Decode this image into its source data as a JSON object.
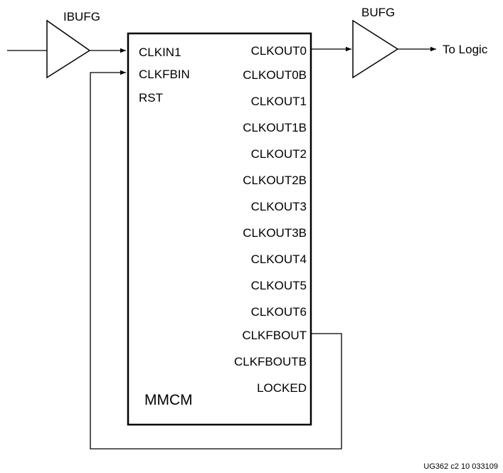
{
  "buffers": {
    "input_label": "IBUFG",
    "output_label": "BUFG"
  },
  "output_destination": "To Logic",
  "block": {
    "name": "MMCM",
    "inputs": [
      "CLKIN1",
      "CLKFBIN",
      "RST"
    ],
    "outputs": [
      "CLKOUT0",
      "CLKOUT0B",
      "CLKOUT1",
      "CLKOUT1B",
      "CLKOUT2",
      "CLKOUT2B",
      "CLKOUT3",
      "CLKOUT3B",
      "CLKOUT4",
      "CLKOUT5",
      "CLKOUT6",
      "CLKFBOUT",
      "CLKFBOUTB",
      "LOCKED"
    ]
  },
  "figure_id": "UG362_c2_10_033109"
}
